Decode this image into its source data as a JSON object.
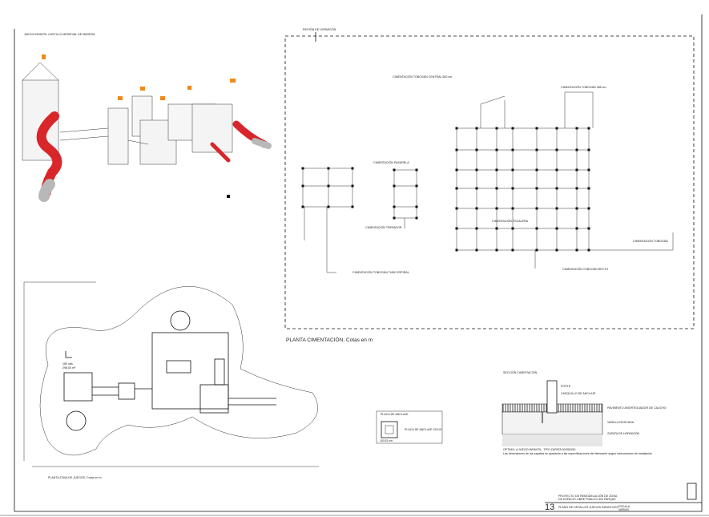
{
  "sheet": {
    "number": "13",
    "project_line1": "PROYECTO DE REMODELACIÓN DE ZONA",
    "project_line2": "DE ESPACIO LIBRE PÚBLICO EN PARQUE",
    "sheet_title": "PLANO DE DETALLES JUEGOS INFANTILES",
    "scale_label": "ESCALA",
    "scale_value": "VARIAS"
  },
  "perspective": {
    "title": "JUEGO INFANTIL CASTILLO MEDIEVAL DE MADERA"
  },
  "foundation_plan": {
    "region_label": "REGIÓN DE HORMIGÓN",
    "title": "PLANTA CIMENTACIÓN",
    "subtitle": ", Cotas en m",
    "notes": [
      "CIMENTACIÓN TOBOGÁN CENTRAL 500 cm",
      "CIMENTACIÓN TOBOGÁN 385 cm",
      "CIMENTACIÓN PASARELA",
      "CIMENTACIÓN TREPADOR",
      "CIMENTACIÓN ESCALERA",
      "CIMENTACIÓN TOBOGÁN",
      "CIMENTACIÓN TOBOGÁN TUBO ESPIRAL",
      "CIMENTACIÓN TOBOGÁN RECTO"
    ]
  },
  "site_plan": {
    "title": "PLANTA ZONA DE JUEGOS, Cotas en m",
    "area_line1": "180 uds",
    "area_line2": "298,00 m²"
  },
  "anchor_plate": {
    "title": "PLACA DE ANCLAJE",
    "label": "PLACA DE ANCLAJE 15X15",
    "dim": "15X15 cm"
  },
  "section": {
    "title": "SECCIÓN CIMENTACIÓN",
    "labels": [
      "POSTE",
      "CASQUILLO DE ANCLAJE",
      "PAVIMENTO AMORTIGUADOR DE CAUCHO",
      "VARILLA ROSCADA",
      "ZAPATA DE HORMIGÓN"
    ],
    "note1": "OPTIMO: A JUEGO INFANTIL, TIPO ZAPATA 50X50X50",
    "note2": "Las dimensiones de las zapatas se ajustarán a las especificaciones del fabricante según instrucciones de instalación"
  },
  "colors": {
    "line": "#111111",
    "slide_red": "#d9262b",
    "flag_orange": "#f08a1c",
    "tube_grey": "#b8b8b8"
  }
}
